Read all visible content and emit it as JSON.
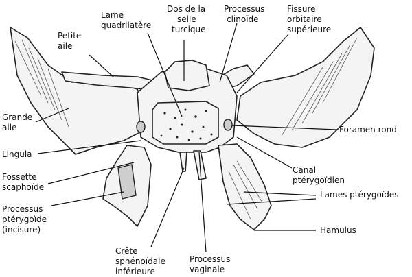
{
  "labels": {
    "grande_aile": [
      "Grande",
      "aile"
    ],
    "petite_aile": [
      "Petite",
      "aile"
    ],
    "lame_quadrilatere": [
      "Lame",
      "quadrilatère"
    ],
    "dos_selle": [
      "Dos de la",
      "selle",
      "turcique"
    ],
    "processus_clinoide": [
      "Processus",
      "clinoïde"
    ],
    "fissure_orbitaire": [
      "Fissure",
      "orbitaire",
      "supérieure"
    ],
    "foramen_rond": [
      "Foramen rond"
    ],
    "lingula": [
      "Lingula"
    ],
    "fossette_scaphoide": [
      "Fossette",
      "scaphoïde"
    ],
    "processus_pterygoide": [
      "Processus",
      "ptérygoïde",
      "(incisure)"
    ],
    "canal_pterygoidien": [
      "Canal",
      "ptérygoïdien"
    ],
    "lames_pterygoides": [
      "Lames ptérygoïdes"
    ],
    "hamulus": [
      "Hamulus"
    ],
    "crete_sphenoidale": [
      "Crête",
      "sphénoïdale",
      "inférieure"
    ],
    "processus_vaginale": [
      "Processus",
      "vaginale"
    ]
  }
}
